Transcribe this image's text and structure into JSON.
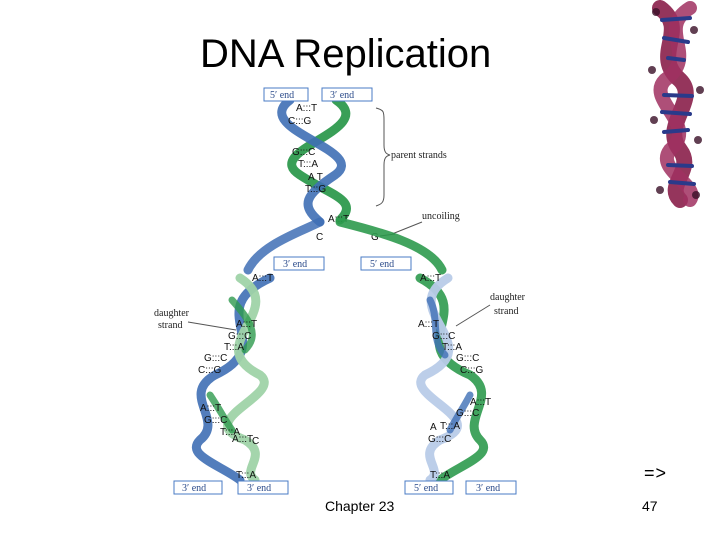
{
  "slide": {
    "title": "DNA Replication",
    "footer_chapter": "Chapter 23",
    "footer_page": "47",
    "next_arrow": "=>"
  },
  "diagram": {
    "top_labels": {
      "left": "5′ end",
      "right": "3′ end"
    },
    "mid_labels": {
      "left": "3′ end",
      "right": "5′ end"
    },
    "bottom_left_labels": {
      "left": "3′ end",
      "right": "3′ end"
    },
    "bottom_right_labels": {
      "left": "5′ end",
      "right": "3′ end"
    },
    "annotations": {
      "parent_strands": "parent strands",
      "uncoiling": "uncoiling",
      "daughter_left_1": "daughter",
      "daughter_left_2": "strand",
      "daughter_right_1": "daughter",
      "daughter_right_2": "strand"
    },
    "top_pairs": [
      "A:::T",
      "C:::G",
      "G:::C",
      "T:::A",
      "A  T",
      "T:::G"
    ],
    "center_pairs": [
      "A:::T",
      "C",
      "G"
    ],
    "left_pairs": [
      "A:::T",
      "A:::T",
      "G:::C",
      "T:::A",
      "G:::C",
      "C:::G",
      "A:::T",
      "G:::C",
      "T:::A",
      "A:::T",
      "C",
      "T:::A"
    ],
    "right_pairs": [
      "A:::T",
      "A:::T",
      "G:::C",
      "T:::A",
      "G:::C",
      "C:::G",
      "A:::T",
      "G:::C",
      "T:::A",
      "A",
      "G:::C",
      "T:::A"
    ],
    "colors": {
      "parent_green": "#2e9a4e",
      "parent_blue": "#3f6fb5",
      "daughter_light_green": "#9fd3a8",
      "daughter_light_blue": "#b8cbe8",
      "label_box": "#4a7bc4",
      "bracket": "#555555",
      "helix_image_maroon": "#8a1f4a",
      "helix_image_blue": "#2a3a8a"
    }
  }
}
